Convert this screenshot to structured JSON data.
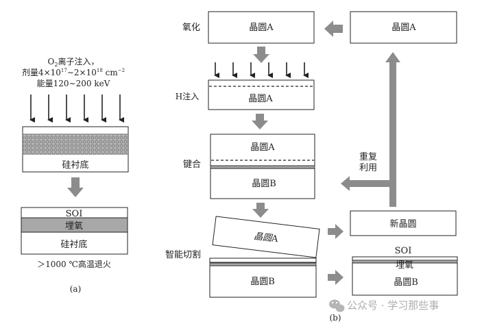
{
  "panel_a": {
    "o2_line1_pre": "O",
    "o2_line1_sub": "2",
    "o2_line1_post": "离子注入，",
    "dose_line_pre": "剂量4×10",
    "dose_exp1": "17",
    "dose_line_mid": "∼2×10",
    "dose_exp2": "18",
    "dose_line_unit": " cm",
    "dose_exp3": "−2",
    "energy_line": "能量120∼200 keV",
    "top_box_label": "硅衬底",
    "soi_label": "SOI",
    "buried_oxide_label": "埋氧",
    "substrate_label": "硅衬底",
    "anneal_caption": "＞1000 ℃高温退火",
    "panel_label": "(a)"
  },
  "panel_b": {
    "step_oxidation": "氧化",
    "step_h_implant": "H注入",
    "step_bonding": "键合",
    "step_smart_cut": "智能切割",
    "wafer_a": "晶圆A",
    "wafer_a_implant": "晶圆A",
    "wafer_a_bonded": "晶圆A",
    "wafer_b_bonded": "晶圆B",
    "wafer_a_cut_pre": "晶圆",
    "wafer_a_cut_post": "A",
    "wafer_b_cut": "晶圆B",
    "wafer_a_right": "晶圆A",
    "new_wafer": "新晶圆",
    "reuse_line1": "重复",
    "reuse_line2": "利用",
    "result_soi": "SOI",
    "result_buried_oxide": "埋氧",
    "result_wafer_b": "晶圆B",
    "panel_label": "(b)"
  },
  "watermark": "公众号 · 学习那些事",
  "colors": {
    "line": "#222222",
    "gray_arrow": "#8c8c8c",
    "oxide_fill": "#a8a8a8"
  }
}
